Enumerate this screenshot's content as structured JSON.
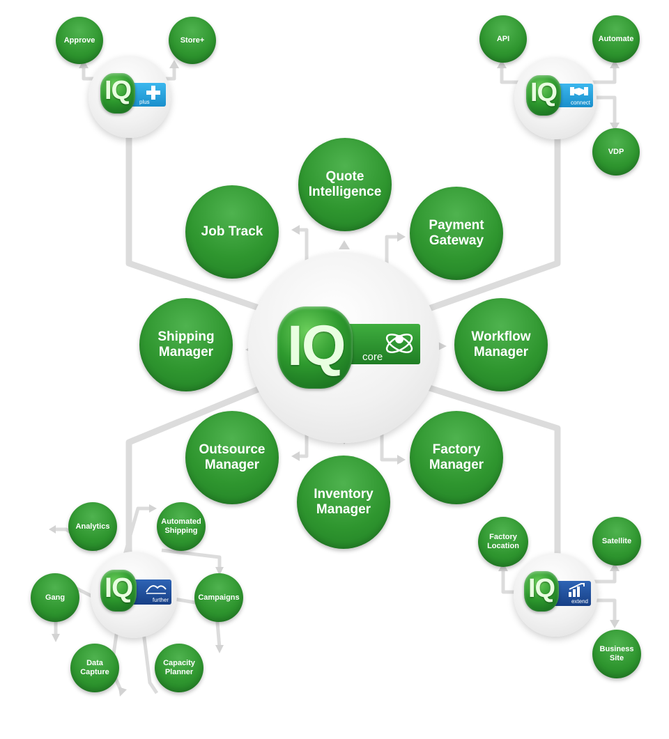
{
  "core": {
    "logo_text": "IQ",
    "badge_label": "core",
    "modules": [
      {
        "id": "quote-intelligence",
        "label": "Quote\nIntelligence"
      },
      {
        "id": "job-track",
        "label": "Job Track"
      },
      {
        "id": "payment-gateway",
        "label": "Payment\nGateway"
      },
      {
        "id": "shipping-manager",
        "label": "Shipping\nManager"
      },
      {
        "id": "workflow-manager",
        "label": "Workflow\nManager"
      },
      {
        "id": "outsource-manager",
        "label": "Outsource\nManager"
      },
      {
        "id": "factory-manager",
        "label": "Factory\nManager"
      },
      {
        "id": "inventory-manager",
        "label": "Inventory\nManager"
      }
    ]
  },
  "plus": {
    "logo_text": "IQ",
    "badge_label": "plus",
    "modules": [
      {
        "id": "approve",
        "label": "Approve"
      },
      {
        "id": "store-plus",
        "label": "Store+"
      }
    ]
  },
  "connect": {
    "logo_text": "IQ",
    "badge_label": "connect",
    "modules": [
      {
        "id": "api",
        "label": "API"
      },
      {
        "id": "automate",
        "label": "Automate"
      },
      {
        "id": "vdp",
        "label": "VDP"
      }
    ]
  },
  "further": {
    "logo_text": "IQ",
    "badge_label": "further",
    "modules": [
      {
        "id": "analytics",
        "label": "Analytics"
      },
      {
        "id": "automated-shipping",
        "label": "Automated\nShipping"
      },
      {
        "id": "gang",
        "label": "Gang"
      },
      {
        "id": "campaigns",
        "label": "Campaigns"
      },
      {
        "id": "data-capture",
        "label": "Data\nCapture"
      },
      {
        "id": "capacity-planner",
        "label": "Capacity\nPlanner"
      }
    ]
  },
  "extend": {
    "logo_text": "IQ",
    "badge_label": "extend",
    "modules": [
      {
        "id": "factory-location",
        "label": "Factory\nLocation"
      },
      {
        "id": "satellite",
        "label": "Satellite"
      },
      {
        "id": "business-site",
        "label": "Business\nSite"
      }
    ]
  },
  "colors": {
    "node_green": "#2f962f",
    "connector_grey": "#dcdcdc",
    "hub_white": "#f1f1f1",
    "plus_badge": "#1aa0dc",
    "connect_badge": "#1aa0dc",
    "further_badge": "#1e4f9c",
    "extend_badge": "#1e4f9c",
    "core_badge": "#2a8f2a"
  }
}
